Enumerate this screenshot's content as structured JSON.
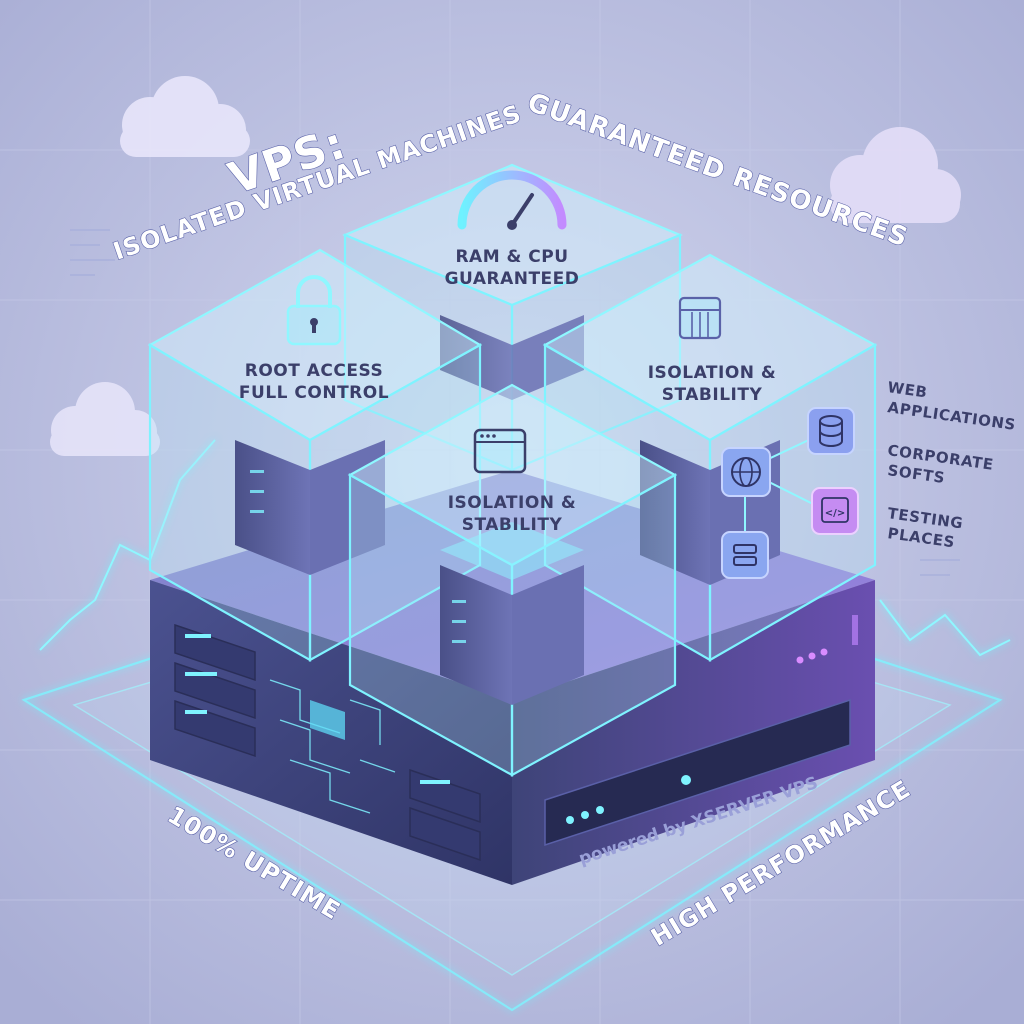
{
  "title": {
    "main": "VPS:",
    "subtitle": "ISOLATED VIRTUAL MACHINES"
  },
  "headers": {
    "resources": "GUARANTEED RESOURCES"
  },
  "boxes": {
    "back": {
      "line1": "RAM & CPU",
      "line2": "GUARANTEED",
      "icon": "speedometer-icon"
    },
    "left": {
      "line1": "ROOT ACCESS",
      "line2": "FULL CONTROL",
      "icon": "lock-icon"
    },
    "right": {
      "line1": "ISOLATION &",
      "line2": "STABILITY",
      "icon": "container-icon"
    },
    "front": {
      "line1": "ISOLATION &",
      "line2": "STABILITY",
      "icon": "browser-window-icon"
    }
  },
  "use_cases": [
    {
      "line1": "WEB",
      "line2": "APPLICATIONS"
    },
    {
      "line1": "CORPORATE",
      "line2": "SOFTS"
    },
    {
      "line1": "TESTING",
      "line2": "PLACES"
    }
  ],
  "base": {
    "brand": "powered by XSERVER VPS"
  },
  "footer": {
    "uptime": "100% UPTIME",
    "performance": "HIGH PERFORMANCE"
  },
  "colors": {
    "background": "#b9bedf",
    "glow": "#7ff3ff",
    "base_dark": "#3e4478",
    "accent_purple": "#b07cf0",
    "text_dark": "#3b3f6a"
  }
}
